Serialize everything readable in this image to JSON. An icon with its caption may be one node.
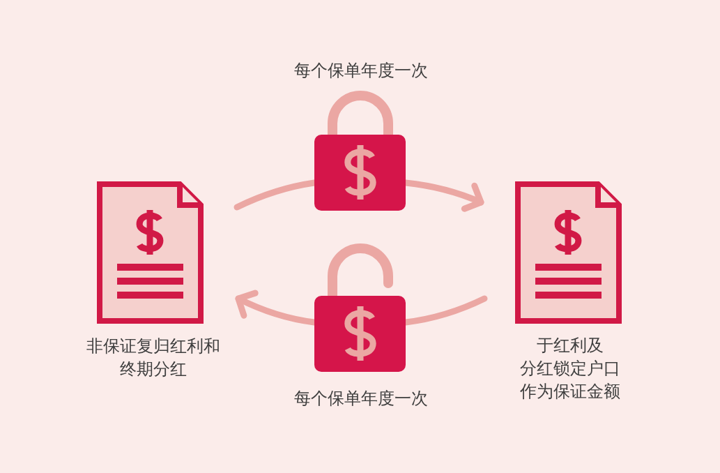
{
  "diagram": {
    "nodes": [
      {
        "text": [
          "非保证复归红利和终期分红"
        ]
      },
      {
        "text": [
          "于红利及分红锁定户口作为保证金额"
        ]
      },
      {
        "text": [
          "每个保单年度一次"
        ]
      },
      {
        "text": [
          "每个保单年度一次"
        ]
      }
    ],
    "edges": [
      {
        "from": 0,
        "to": 2,
        "arrow": "none"
      },
      {
        "from": 2,
        "to": 1,
        "arrow": "to"
      },
      {
        "from": 1,
        "to": 3,
        "arrow": "none"
      },
      {
        "from": 3,
        "to": 0,
        "arrow": "to"
      }
    ]
  }
}
